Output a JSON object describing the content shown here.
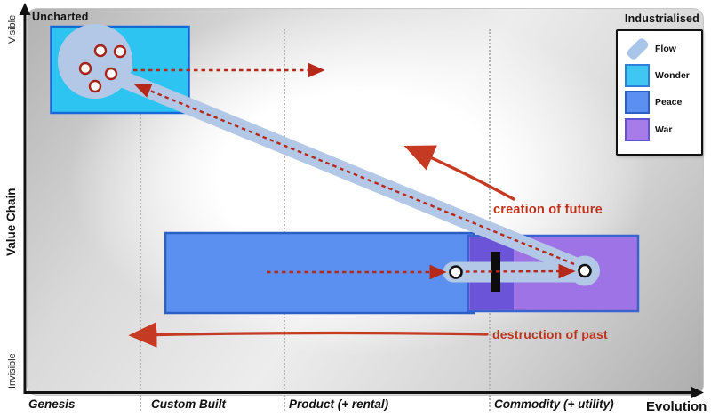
{
  "diagram": {
    "corner_labels": {
      "left": "Uncharted",
      "right": "Industrialised"
    },
    "y_axis": {
      "title": "Value Chain",
      "top_label": "Visible",
      "bottom_label": "Invisible"
    },
    "x_axis": {
      "title": "Evolution",
      "stages": [
        "Genesis",
        "Custom Built",
        "Product (+ rental)",
        "Commodity (+ utility)"
      ]
    },
    "legend": {
      "items": [
        {
          "label": "Flow",
          "icon": "flow-band-icon",
          "color": "#a9c6ea"
        },
        {
          "label": "Wonder",
          "icon": "wonder-swatch",
          "color": "#3fc6f2"
        },
        {
          "label": "Peace",
          "icon": "peace-swatch",
          "color": "#5b90f0"
        },
        {
          "label": "War",
          "icon": "war-swatch",
          "color": "#a87ce8"
        }
      ]
    },
    "annotations": [
      {
        "text": "creation of future",
        "color": "#c0311c"
      },
      {
        "text": "destruction of past",
        "color": "#c0311c"
      }
    ],
    "colors": {
      "wonder_fill": "#2ec4f2",
      "wonder_border": "#1668d8",
      "peace_fill": "#5b90f0",
      "peace_border": "#2b5fc4",
      "war_fill": "#9d73e6",
      "war_border": "#3a62d0",
      "war_overlap_fill": "#6b54d8",
      "flow_band": "#b3c8e6",
      "dashed_arrow": "#b5291b",
      "sketch_arrow": "#c43a22",
      "node_fill": "#ffffff",
      "pipeline_bar": "#0c0c0c"
    }
  }
}
